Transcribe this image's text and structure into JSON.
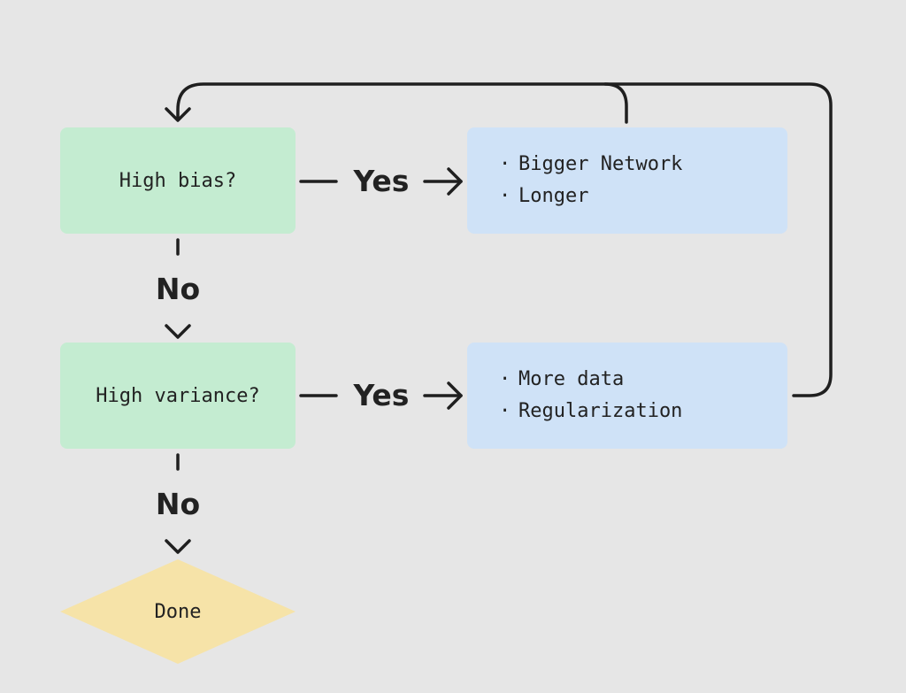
{
  "nodes": {
    "high_bias": "High bias?",
    "high_variance": "High variance?",
    "done": "Done"
  },
  "bias_fixes": [
    "Bigger Network",
    "Longer"
  ],
  "variance_fixes": [
    "More data",
    "Regularization"
  ],
  "labels": {
    "yes_bias": "Yes",
    "yes_variance": "Yes",
    "no_bias": "No",
    "no_variance": "No"
  },
  "bullet": "·",
  "colors": {
    "background": "#e6e6e6",
    "decision": "#c4ecd1",
    "action": "#cfe2f7",
    "terminal": "#f6e3a8",
    "line": "#1f1f1f"
  }
}
